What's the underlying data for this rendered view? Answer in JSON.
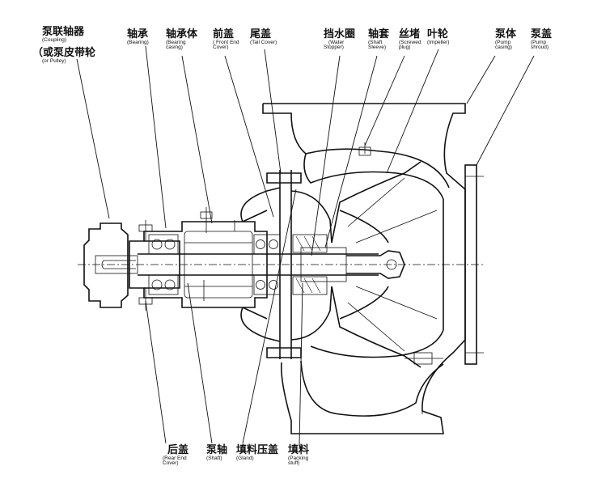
{
  "labels": {
    "coupling": {
      "zh": "泵联轴器",
      "en": "(Coupling)"
    },
    "pulley": {
      "zh": "（或泵皮带轮",
      "en": "(or Pulley)"
    },
    "bearing": {
      "zh": "轴承",
      "en": "(Bearing)"
    },
    "bearing_casing": {
      "zh": "轴承体",
      "en1": "(Bearing",
      "en2": "casing)"
    },
    "front_end_cover": {
      "zh": "前盖",
      "en1": "( Front End",
      "en2": "Cover)"
    },
    "tail_cover": {
      "zh": "尾盖",
      "en": "(Tail Cover)"
    },
    "water_stopper": {
      "zh": "挡水圈",
      "en1": "(Water",
      "en2": "Stopper)"
    },
    "shaft_sleeve": {
      "zh": "轴套",
      "en1": "(Shaft",
      "en2": "Sleeve)"
    },
    "screwed_plug": {
      "zh": "丝堵",
      "en1": "(Screwed",
      "en2": "plug)"
    },
    "impeller": {
      "zh": "叶轮",
      "en": "(Impeller)"
    },
    "pump_casing": {
      "zh": "泵体",
      "en1": "(Pump",
      "en2": "casing)"
    },
    "pump_shroud": {
      "zh": "泵盖",
      "en1": "(Pump",
      "en2": "shroud)"
    },
    "rear_end_cover": {
      "zh": "后盖",
      "en1": "(Rear End",
      "en2": "Cover)"
    },
    "shaft": {
      "zh": "泵轴",
      "en": "(Shaft)"
    },
    "gland": {
      "zh": "填料压盖",
      "en": "(Gland)"
    },
    "packing_stuff": {
      "zh": "填料",
      "en1": "(Packing",
      "en2": "stuff)"
    }
  }
}
